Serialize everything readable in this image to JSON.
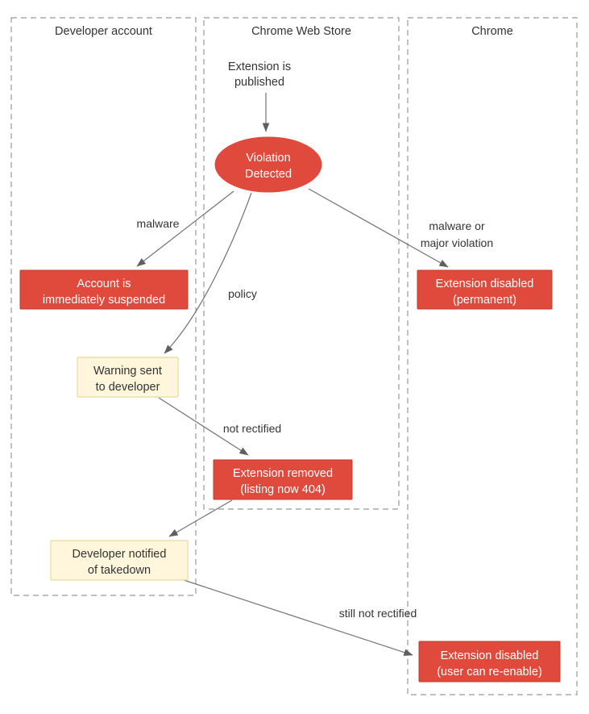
{
  "diagram": {
    "type": "flowchart",
    "title": "Chrome Web Store violation enforcement flow",
    "colors": {
      "node_red_fill": "#E04A3C",
      "node_red_stroke": "#C0392B",
      "node_cream_fill": "#FFF6DC",
      "node_cream_stroke": "#E8D9A0",
      "lane_border": "#999999",
      "edge_stroke": "#757575",
      "text_dark": "#333333",
      "text_light": "#FFFFFF"
    }
  },
  "lanes": [
    {
      "id": "developer-account",
      "label": "Developer account"
    },
    {
      "id": "chrome-web-store",
      "label": "Chrome Web Store"
    },
    {
      "id": "chrome",
      "label": "Chrome"
    }
  ],
  "nodes": [
    {
      "id": "extension-published",
      "shape": "plain",
      "lane": "chrome-web-store",
      "lines": [
        "Extension is",
        "published"
      ]
    },
    {
      "id": "violation-detected",
      "shape": "ellipse",
      "lane": "chrome-web-store",
      "lines": [
        "Violation",
        "Detected"
      ]
    },
    {
      "id": "account-suspended",
      "shape": "rect-red",
      "lane": "developer-account",
      "lines": [
        "Account is",
        "immediately suspended"
      ]
    },
    {
      "id": "extension-disabled-permanent",
      "shape": "rect-red",
      "lane": "chrome",
      "lines": [
        "Extension disabled",
        "(permanent)"
      ]
    },
    {
      "id": "warning-sent",
      "shape": "rect-cream",
      "lane": "developer-account",
      "lines": [
        "Warning sent",
        "to developer"
      ]
    },
    {
      "id": "extension-removed",
      "shape": "rect-red",
      "lane": "chrome-web-store",
      "lines": [
        "Extension removed",
        "(listing now 404)"
      ]
    },
    {
      "id": "developer-notified",
      "shape": "rect-cream",
      "lane": "developer-account",
      "lines": [
        "Developer notified",
        "of takedown"
      ]
    },
    {
      "id": "extension-disabled-reenable",
      "shape": "rect-red",
      "lane": "chrome",
      "lines": [
        "Extension disabled",
        "(user can re-enable)"
      ]
    }
  ],
  "edges": [
    {
      "id": "published-to-violation",
      "from": "extension-published",
      "to": "violation-detected",
      "label": ""
    },
    {
      "id": "violation-to-suspended",
      "from": "violation-detected",
      "to": "account-suspended",
      "label": "malware"
    },
    {
      "id": "violation-to-warning",
      "from": "violation-detected",
      "to": "warning-sent",
      "label": "policy"
    },
    {
      "id": "violation-to-disabled-permanent",
      "from": "violation-detected",
      "to": "extension-disabled-permanent",
      "label_lines": [
        "malware or",
        "major violation"
      ]
    },
    {
      "id": "warning-to-removed",
      "from": "warning-sent",
      "to": "extension-removed",
      "label": "not rectified"
    },
    {
      "id": "removed-to-notified",
      "from": "extension-removed",
      "to": "developer-notified",
      "label": ""
    },
    {
      "id": "notified-to-disabled-reenable",
      "from": "developer-notified",
      "to": "extension-disabled-reenable",
      "label": "still not rectified"
    }
  ],
  "edge_labels": {
    "malware": "malware",
    "policy": "policy",
    "malware_or": "malware or",
    "major_violation": "major violation",
    "not_rectified": "not rectified",
    "still_not_rectified": "still not rectified"
  }
}
